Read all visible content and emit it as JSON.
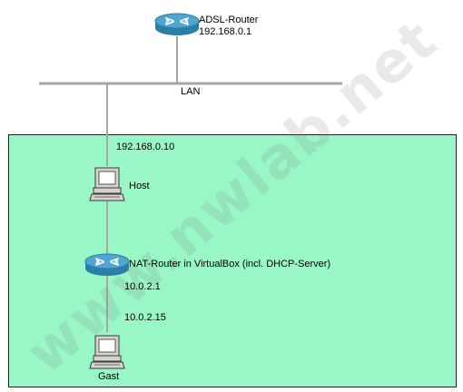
{
  "colors": {
    "zone_fill": "#99f7c6",
    "zone_border": "#1f1f1f",
    "link": "#a6a6a6",
    "router_body": "#2b7fa6",
    "router_top": "#4ea5cf",
    "router_arrows": "#ffffff",
    "pc_body": "#d6d3ce",
    "pc_screen": "#ffffff"
  },
  "labels": {
    "adsl_router_name": "ADSL-Router",
    "adsl_router_ip": "192.168.0.1",
    "lan": "LAN",
    "host_ip": "192.168.0.10",
    "host_name": "Host",
    "nat_router_name": "NAT-Router in VirtualBox (incl. DHCP-Server)",
    "nat_router_ip": "10.0.2.1",
    "guest_ip": "10.0.2.15",
    "guest_name": "Gast"
  },
  "watermark": "www.nwlab.net",
  "icons": {
    "adsl_router": "router-icon",
    "host": "desktop-computer-icon",
    "nat_router": "router-icon",
    "guest": "desktop-computer-icon"
  }
}
